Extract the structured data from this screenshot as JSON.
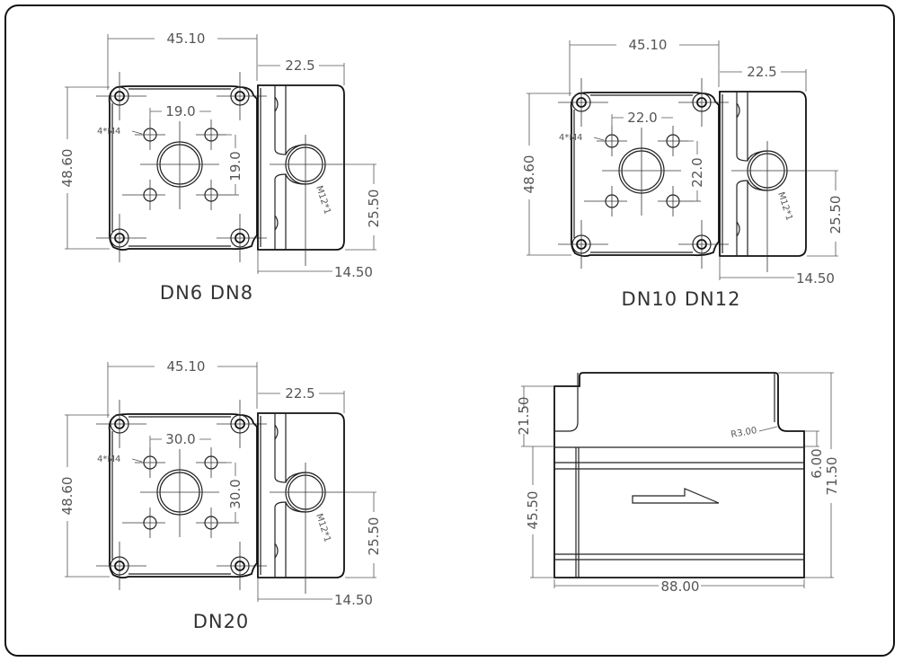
{
  "views": [
    {
      "label": "DN6  DN8",
      "width": "45.10",
      "flange": "22.5",
      "height": "48.60",
      "hole_spacing_x": "19.0",
      "hole_spacing_y": "19.0",
      "holes": "4*M4",
      "thread": "M12*1",
      "offset_v": "25.50",
      "offset_h": "14.50"
    },
    {
      "label": "DN10  DN12",
      "width": "45.10",
      "flange": "22.5",
      "height": "48.60",
      "hole_spacing_x": "22.0",
      "hole_spacing_y": "22.0",
      "holes": "4*M4",
      "thread": "M12*1",
      "offset_v": "25.50",
      "offset_h": "14.50"
    },
    {
      "label": "DN20",
      "width": "45.10",
      "flange": "22.5",
      "height": "48.60",
      "hole_spacing_x": "30.0",
      "hole_spacing_y": "30.0",
      "holes": "4*M4",
      "thread": "M12*1",
      "offset_v": "25.50",
      "offset_h": "14.50"
    }
  ],
  "side_view": {
    "h1": "21.50",
    "h2": "45.50",
    "step": "6.00",
    "total_h": "71.50",
    "length": "88.00",
    "radius": "R3.00"
  }
}
